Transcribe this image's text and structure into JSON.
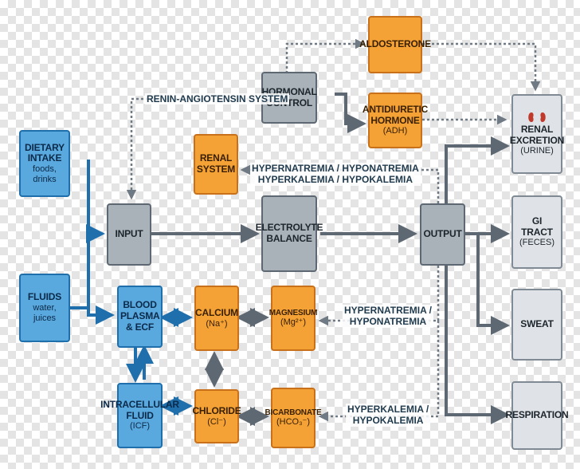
{
  "nodes": {
    "dietary_intake": {
      "title": "DIETARY INTAKE",
      "sub": "foods, drinks"
    },
    "fluids": {
      "title": "FLUIDS",
      "sub": "water, juices"
    },
    "input": {
      "title": "INPUT"
    },
    "hormonal_control": {
      "title": "HORMONAL CONTROL"
    },
    "aldosterone": {
      "title": "ALDOSTERONE"
    },
    "antidiuretic": {
      "title": "ANTIDIURETIC HORMONE",
      "sub": "(ADH)"
    },
    "renal_system": {
      "title": "RENAL SYSTEM"
    },
    "electrolyte_balance": {
      "title": "ELECTROLYTE BALANCE"
    },
    "output": {
      "title": "OUTPUT"
    },
    "renal_excretion": {
      "title": "RENAL EXCRETION",
      "sub": "(URINE)"
    },
    "gi_tract": {
      "title": "GI TRACT",
      "sub": "(FECES)"
    },
    "sweat": {
      "title": "SWEAT"
    },
    "respiration": {
      "title": "RESPIRATION"
    },
    "blood_plasma": {
      "title": "BLOOD PLASMA & ECF"
    },
    "calcium": {
      "title": "CALCIUM",
      "sub": "(Na⁺)"
    },
    "magnesium": {
      "title": "MAGNESIUM",
      "sub": "(Mg²⁺)"
    },
    "intracellular": {
      "title": "INTRACELLULAR FLUID",
      "sub": "(ICF)"
    },
    "chloride": {
      "title": "CHLORIDE",
      "sub": "(Cl⁻)"
    },
    "bicarbonate": {
      "title": "BICARBONATE",
      "sub": "(HCO₃⁻)"
    }
  },
  "labels": {
    "renin": "RENIN-ANGIOTENSIN SYSTEM",
    "renal_notes_1": "HYPERNATREMIA / HYPONATREMIA",
    "renal_notes_2": "HYPERKALEMIA / HYPOKALEMIA",
    "mag_note_1": "HYPERNATREMIA /",
    "mag_note_2": "HYPONATREMIA",
    "bicarb_note_1": "HYPERKALEMIA /",
    "bicarb_note_2": "HYPOKALEMIA"
  },
  "icons": {
    "renal_excretion": "kidney-icon"
  },
  "colors": {
    "blue_box": "#5aa9de",
    "orange_box": "#f4a236",
    "gray_box": "#a9b1b9",
    "light_gray_box": "#dfe3e7",
    "blue_arrow": "#1f6fad",
    "gray_arrow": "#5d6872"
  }
}
